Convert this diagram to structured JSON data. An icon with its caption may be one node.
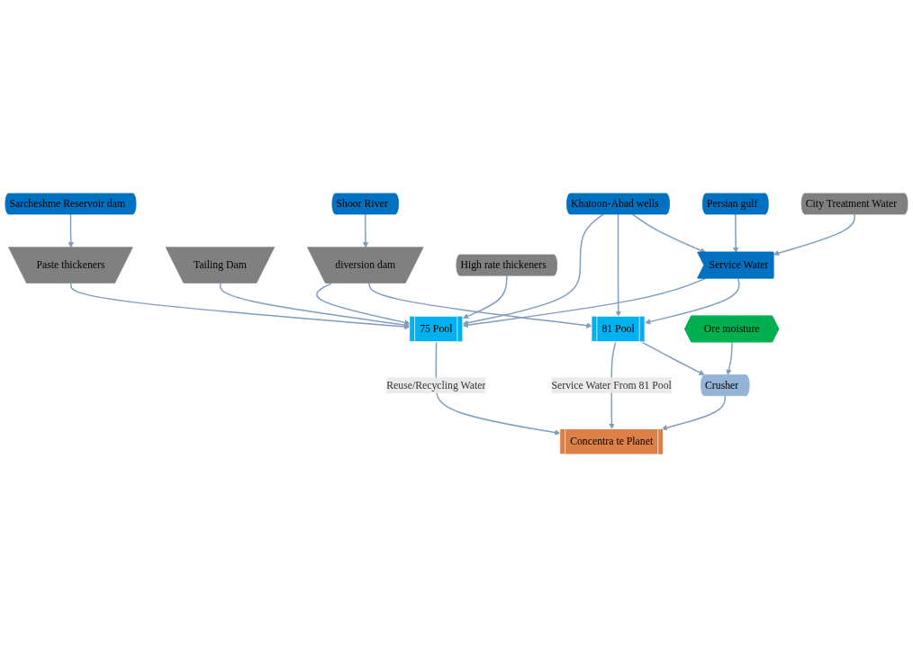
{
  "diagram": {
    "nodes": [
      {
        "text": [
          "Sarcheshme Reservoir dam"
        ]
      },
      {
        "text": [
          "Shoor River"
        ]
      },
      {
        "text": [
          "Paste thickeners"
        ]
      },
      {
        "text": [
          "Tailing Dam"
        ]
      },
      {
        "text": [
          "diversion dam"
        ]
      },
      {
        "text": [
          "High rate thickeners"
        ]
      },
      {
        "text": [
          "75 Pool"
        ]
      },
      {
        "text": [
          "Khatoon-Abad wells"
        ]
      },
      {
        "text": [
          "Concentra te Planet"
        ]
      },
      {
        "text": [
          "Ore moisture"
        ]
      },
      {
        "text": [
          "Crusher"
        ]
      },
      {
        "text": [
          "Persian gulf"
        ]
      },
      {
        "text": [
          "81 Pool"
        ]
      },
      {
        "text": [
          "Service Water"
        ]
      },
      {
        "text": [
          "City Treatment Water"
        ]
      }
    ],
    "edges": [
      {
        "from": 0,
        "to": 2,
        "arrow": "to"
      },
      {
        "from": 1,
        "to": 4,
        "arrow": "to"
      },
      {
        "from": 2,
        "to": 6,
        "arrow": "to"
      },
      {
        "from": 3,
        "to": 6,
        "arrow": "to"
      },
      {
        "from": 4,
        "to": 6,
        "arrow": "to"
      },
      {
        "from": 5,
        "to": 6,
        "arrow": "to"
      },
      {
        "from": 7,
        "to": 6,
        "arrow": "to"
      },
      {
        "from": 13,
        "to": 6,
        "arrow": "to"
      },
      {
        "from": 6,
        "to": 8,
        "label": "Reuse/Recycling Water",
        "arrow": "to"
      },
      {
        "from": 10,
        "to": 8,
        "arrow": "to"
      },
      {
        "from": 12,
        "to": 8,
        "label": "Service Water From 81 Pool",
        "arrow": "to"
      },
      {
        "from": 9,
        "to": 10,
        "arrow": "to"
      },
      {
        "from": 12,
        "to": 10,
        "arrow": "to"
      },
      {
        "from": 7,
        "to": 12,
        "arrow": "to"
      },
      {
        "from": 4,
        "to": 12,
        "arrow": "to"
      },
      {
        "from": 13,
        "to": 12,
        "arrow": "to"
      },
      {
        "from": 7,
        "to": 13,
        "arrow": "to"
      },
      {
        "from": 11,
        "to": 13,
        "arrow": "to"
      },
      {
        "from": 14,
        "to": 13,
        "arrow": "to"
      }
    ]
  }
}
